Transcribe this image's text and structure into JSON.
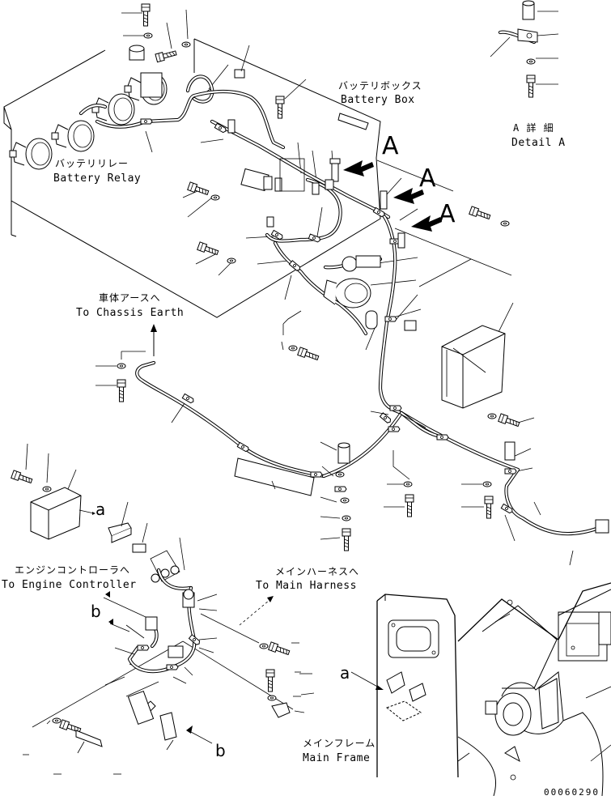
{
  "labels": {
    "battery_box_jp": "バッテリボックス",
    "battery_box_en": "Battery Box",
    "battery_relay_jp": "バッテリリレー",
    "battery_relay_en": "Battery Relay",
    "detail_a_jp": "A 詳 細",
    "detail_a_en": "Detail A",
    "chassis_earth_jp": "車体アースへ",
    "chassis_earth_en": "To Chassis Earth",
    "engine_controller_jp": "エンジンコントローラへ",
    "engine_controller_en": "To Engine Controller",
    "main_harness_jp": "メインハーネスへ",
    "main_harness_en": "To Main Harness",
    "main_frame_jp": "メインフレーム",
    "main_frame_en": "Main Frame"
  },
  "view_refs": {
    "A": "A",
    "a": "a",
    "b": "b"
  },
  "drawing_number": "00060290"
}
